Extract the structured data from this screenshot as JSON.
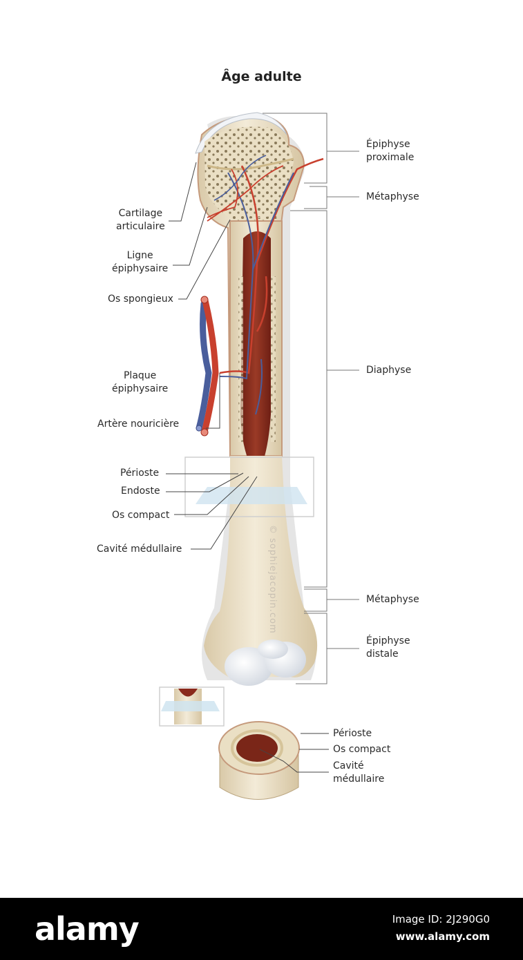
{
  "title": "Âge adulte",
  "labels_left": {
    "cartilage": [
      "Cartilage",
      "articulaire"
    ],
    "ligne": [
      "Ligne",
      "épiphysaire"
    ],
    "spongieux": "Os spongieux",
    "plaque": [
      "Plaque",
      "épiphysaire"
    ],
    "artere": "Artère nouricière",
    "perioste": "Périoste",
    "endoste": "Endoste",
    "compact": "Os compact",
    "cavite": "Cavité médullaire"
  },
  "labels_right": {
    "epiphyse_proximale": [
      "Épiphyse",
      "proximale"
    ],
    "metaphyse_top": "Métaphyse",
    "diaphyse": "Diaphyse",
    "metaphyse_bottom": "Métaphyse",
    "epiphyse_distale": [
      "Épiphyse",
      "distale"
    ]
  },
  "labels_section": {
    "perioste": "Périoste",
    "compact": "Os compact",
    "cavite": [
      "Cavité",
      "médullaire"
    ]
  },
  "watermark": "© sophiejacopin.com",
  "footer": {
    "brand": "alamy",
    "image_id": "Image ID: 2J290G0",
    "site": "www.alamy.com"
  },
  "colors": {
    "bone": "#efe5cf",
    "bone_shade": "#d9c9a8",
    "marrow": "#8a2a1c",
    "artery": "#c8402e",
    "vein": "#4a5e9c",
    "cartilage": "#eef1f5",
    "line": "#777777"
  }
}
